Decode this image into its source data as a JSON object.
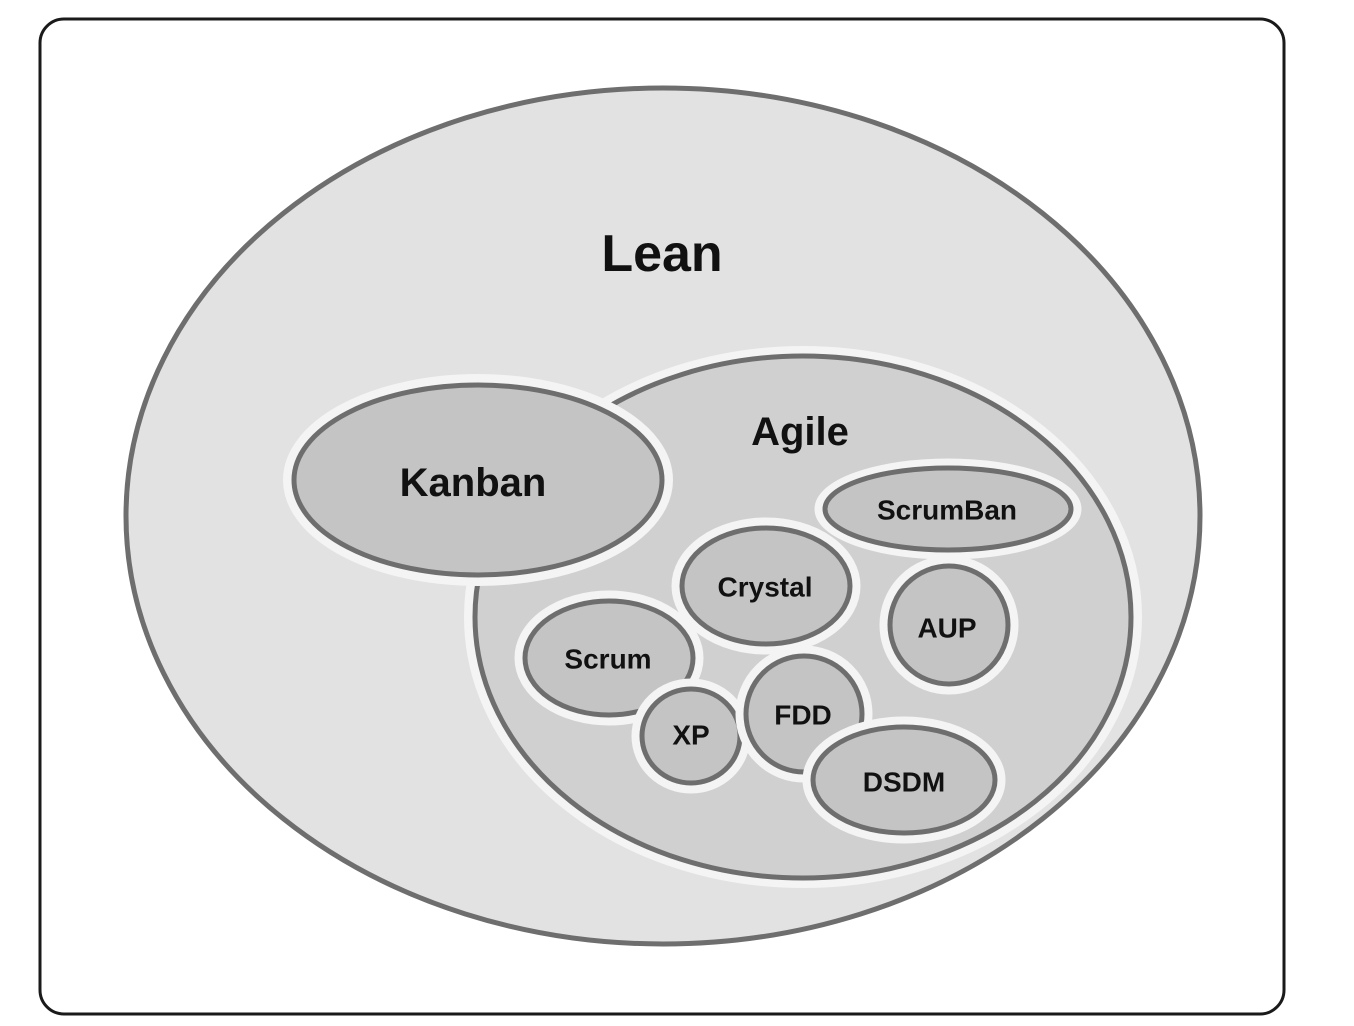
{
  "diagram": {
    "colors": {
      "frame_border": "#1a1a1a",
      "frame_fill": "#ffffff",
      "lean_fill": "#e2e2e2",
      "agile_fill": "#d0d0d0",
      "method_fill": "#c4c4c4",
      "stroke": "#6e6e6e",
      "halo": "#f4f4f4",
      "text": "#111111"
    },
    "lean": {
      "label": "Lean"
    },
    "agile": {
      "label": "Agile"
    },
    "kanban": {
      "label": "Kanban"
    },
    "methods": {
      "scrumban": "ScrumBan",
      "crystal": "Crystal",
      "aup": "AUP",
      "scrum": "Scrum",
      "xp": "XP",
      "fdd": "FDD",
      "dsdm": "DSDM"
    }
  }
}
